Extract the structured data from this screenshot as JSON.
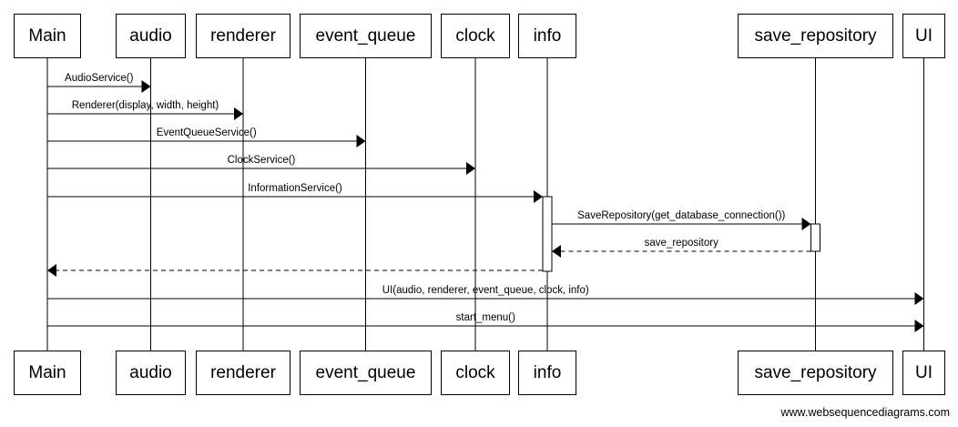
{
  "participants": [
    {
      "id": "main",
      "label": "Main"
    },
    {
      "id": "audio",
      "label": "audio"
    },
    {
      "id": "renderer",
      "label": "renderer"
    },
    {
      "id": "event_queue",
      "label": "event_queue"
    },
    {
      "id": "clock",
      "label": "clock"
    },
    {
      "id": "info",
      "label": "info"
    },
    {
      "id": "save_repository",
      "label": "save_repository"
    },
    {
      "id": "ui",
      "label": "UI"
    }
  ],
  "messages": [
    {
      "from": "main",
      "to": "audio",
      "label": "AudioService()",
      "style": "solid"
    },
    {
      "from": "main",
      "to": "renderer",
      "label": "Renderer(display, width, height)",
      "style": "solid"
    },
    {
      "from": "main",
      "to": "event_queue",
      "label": "EventQueueService()",
      "style": "solid"
    },
    {
      "from": "main",
      "to": "clock",
      "label": "ClockService()",
      "style": "solid"
    },
    {
      "from": "main",
      "to": "info",
      "label": "InformationService()",
      "style": "solid"
    },
    {
      "from": "info",
      "to": "save_repository",
      "label": "SaveRepository(get_database_connection())",
      "style": "solid"
    },
    {
      "from": "save_repository",
      "to": "info",
      "label": "save_repository",
      "style": "dashed"
    },
    {
      "from": "info",
      "to": "main",
      "label": "",
      "style": "dashed"
    },
    {
      "from": "main",
      "to": "ui",
      "label": "UI(audio, renderer, event_queue, clock, info)",
      "style": "solid"
    },
    {
      "from": "main",
      "to": "ui",
      "label": "start_menu()",
      "style": "solid"
    }
  ],
  "footer": "www.websequencediagrams.com"
}
